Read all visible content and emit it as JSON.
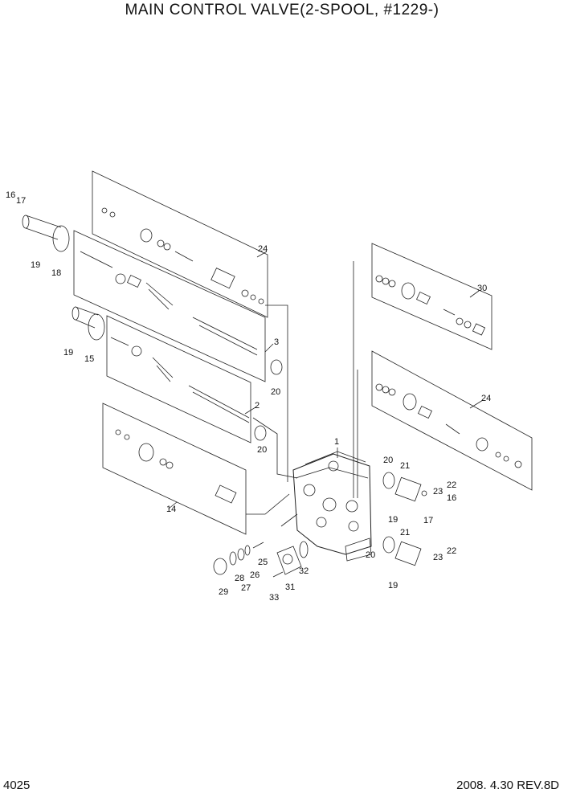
{
  "title": "MAIN CONTROL VALVE(2-SPOOL, #1229-)",
  "page_number": "4025",
  "revision": "2008. 4.30  REV.8D",
  "callouts": {
    "c1": "1",
    "c2": "2",
    "c3": "3",
    "c14": "14",
    "c15": "15",
    "c16a": "16",
    "c16b": "16",
    "c17a": "17",
    "c17b": "17",
    "c18": "18",
    "c19a": "19",
    "c19b": "19",
    "c19c": "19",
    "c19d": "19",
    "c20a": "20",
    "c20b": "20",
    "c20c": "20",
    "c20d": "20",
    "c21a": "21",
    "c21b": "21",
    "c22a": "22",
    "c22b": "22",
    "c23a": "23",
    "c23b": "23",
    "c24a": "24",
    "c24b": "24",
    "c25": "25",
    "c26": "26",
    "c27": "27",
    "c28": "28",
    "c29": "29",
    "c30": "30",
    "c31": "31",
    "c32": "32",
    "c33": "33"
  }
}
